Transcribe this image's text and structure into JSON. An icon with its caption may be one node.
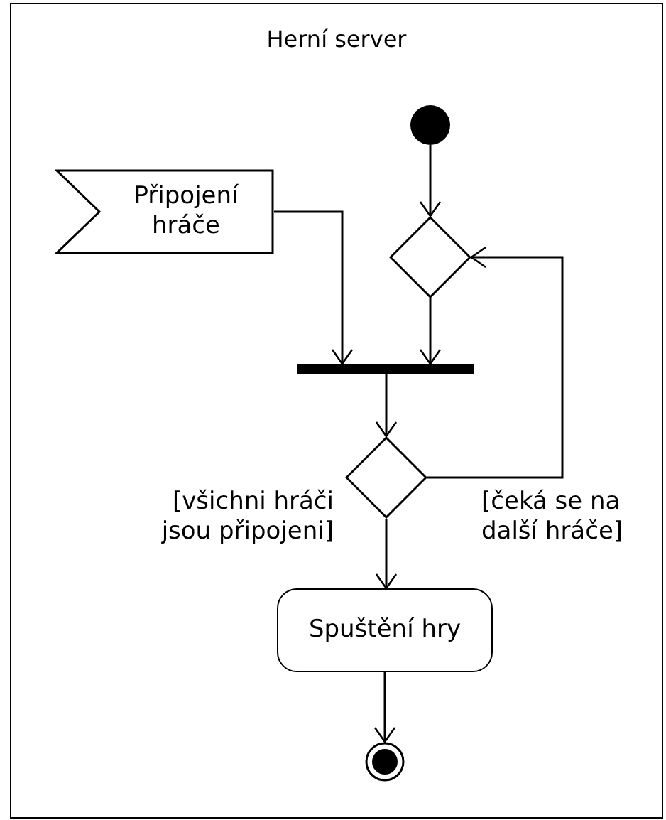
{
  "diagram": {
    "nodes": [
      {
        "text": [
          "Herní server"
        ]
      },
      {
        "text": [],
        "shape": "circle",
        "in": 0
      },
      {
        "text": [
          "Připojení hráče"
        ],
        "in": 0
      },
      {
        "text": [],
        "shape": "diamond",
        "in": 0
      },
      {
        "text": [],
        "shape": "bar",
        "in": 0
      },
      {
        "text": [],
        "shape": "diamond",
        "in": 0
      },
      {
        "text": [
          "Spuštění hry"
        ],
        "in": 0
      },
      {
        "text": [],
        "shape": "circle",
        "in": 0
      }
    ],
    "edges": [
      {
        "from": 1,
        "to": 3,
        "arrow": "to"
      },
      {
        "from": 2,
        "to": 4,
        "arrow": "to"
      },
      {
        "from": 3,
        "to": 4,
        "arrow": "to"
      },
      {
        "from": 4,
        "to": 5,
        "arrow": "to"
      },
      {
        "from": 5,
        "to": 3,
        "arrow": "to",
        "label": "[čeká se na další hráče]"
      },
      {
        "from": 5,
        "to": 6,
        "arrow": "to",
        "label": "[všichni hráči jsou připojeni]"
      },
      {
        "from": 6,
        "to": 7,
        "arrow": "to"
      }
    ]
  }
}
